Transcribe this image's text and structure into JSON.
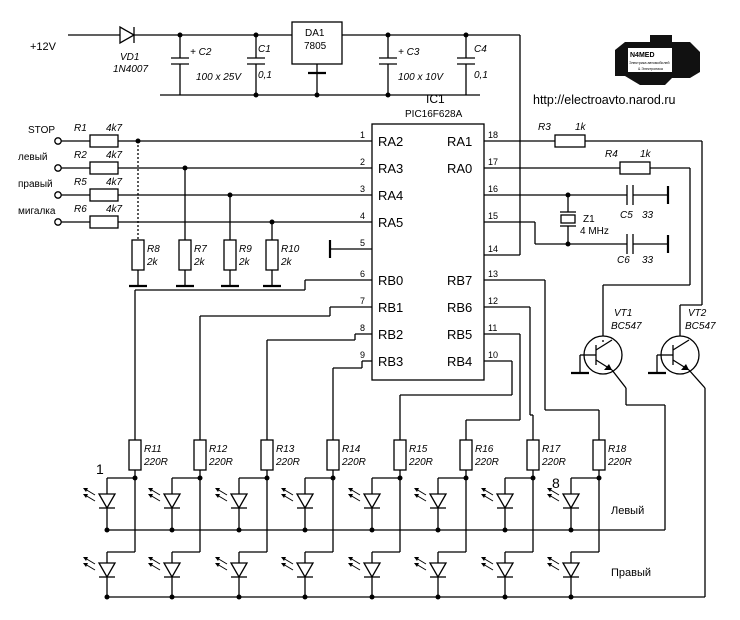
{
  "power": {
    "supply_label": "+12V",
    "vd1": {
      "ref": "VD1",
      "value": "1N4007"
    },
    "c2": {
      "ref": "+ C2",
      "value": "100 x 25V"
    },
    "c1": {
      "ref": "C1",
      "value": "0,1"
    },
    "da1": {
      "ref": "DA1",
      "value": "7805"
    },
    "c3": {
      "ref": "+ C3",
      "value": "100 x 10V"
    },
    "c4": {
      "ref": "C4",
      "value": "0,1"
    }
  },
  "logo": {
    "line1": "N4MED",
    "line2": "Электрика автомобилей",
    "line3": "& Электроника"
  },
  "url": "http://electroavto.narod.ru",
  "ic": {
    "ref": "IC1",
    "part": "PIC16F628A",
    "left_pins": [
      {
        "num": "1",
        "name": "RA2"
      },
      {
        "num": "2",
        "name": "RA3"
      },
      {
        "num": "3",
        "name": "RA4"
      },
      {
        "num": "4",
        "name": "RA5"
      },
      {
        "num": "5",
        "name": ""
      },
      {
        "num": "6",
        "name": "RB0"
      },
      {
        "num": "7",
        "name": "RB1"
      },
      {
        "num": "8",
        "name": "RB2"
      },
      {
        "num": "9",
        "name": "RB3"
      }
    ],
    "right_pins": [
      {
        "num": "18",
        "name": "RA1"
      },
      {
        "num": "17",
        "name": "RA0"
      },
      {
        "num": "16",
        "name": ""
      },
      {
        "num": "15",
        "name": ""
      },
      {
        "num": "14",
        "name": ""
      },
      {
        "num": "13",
        "name": "RB7"
      },
      {
        "num": "12",
        "name": "RB6"
      },
      {
        "num": "11",
        "name": "RB5"
      },
      {
        "num": "10",
        "name": "RB4"
      }
    ]
  },
  "inputs": [
    {
      "label": "STOP",
      "ref": "R1",
      "value": "4k7"
    },
    {
      "label": "левый",
      "ref": "R2",
      "value": "4k7"
    },
    {
      "label": "правый",
      "ref": "R5",
      "value": "4k7"
    },
    {
      "label": "мигалка",
      "ref": "R6",
      "value": "4k7"
    }
  ],
  "pulldowns": [
    {
      "ref": "R8",
      "value": "2k"
    },
    {
      "ref": "R7",
      "value": "2k"
    },
    {
      "ref": "R9",
      "value": "2k"
    },
    {
      "ref": "R10",
      "value": "2k"
    }
  ],
  "base_resistors": [
    {
      "ref": "R3",
      "value": "1k"
    },
    {
      "ref": "R4",
      "value": "1k"
    }
  ],
  "crystal": {
    "ref": "Z1",
    "value": "4 MHz"
  },
  "crystal_caps": [
    {
      "ref": "C5",
      "value": "33"
    },
    {
      "ref": "C6",
      "value": "33"
    }
  ],
  "transistors": [
    {
      "ref": "VT1",
      "value": "BC547"
    },
    {
      "ref": "VT2",
      "value": "BC547"
    }
  ],
  "led_resistors": [
    {
      "ref": "R11",
      "value": "220R"
    },
    {
      "ref": "R12",
      "value": "220R"
    },
    {
      "ref": "R13",
      "value": "220R"
    },
    {
      "ref": "R14",
      "value": "220R"
    },
    {
      "ref": "R15",
      "value": "220R"
    },
    {
      "ref": "R16",
      "value": "220R"
    },
    {
      "ref": "R17",
      "value": "220R"
    },
    {
      "ref": "R18",
      "value": "220R"
    }
  ],
  "led_rows": {
    "top": "Левый",
    "bottom": "Правый",
    "first": "1",
    "last": "8"
  }
}
